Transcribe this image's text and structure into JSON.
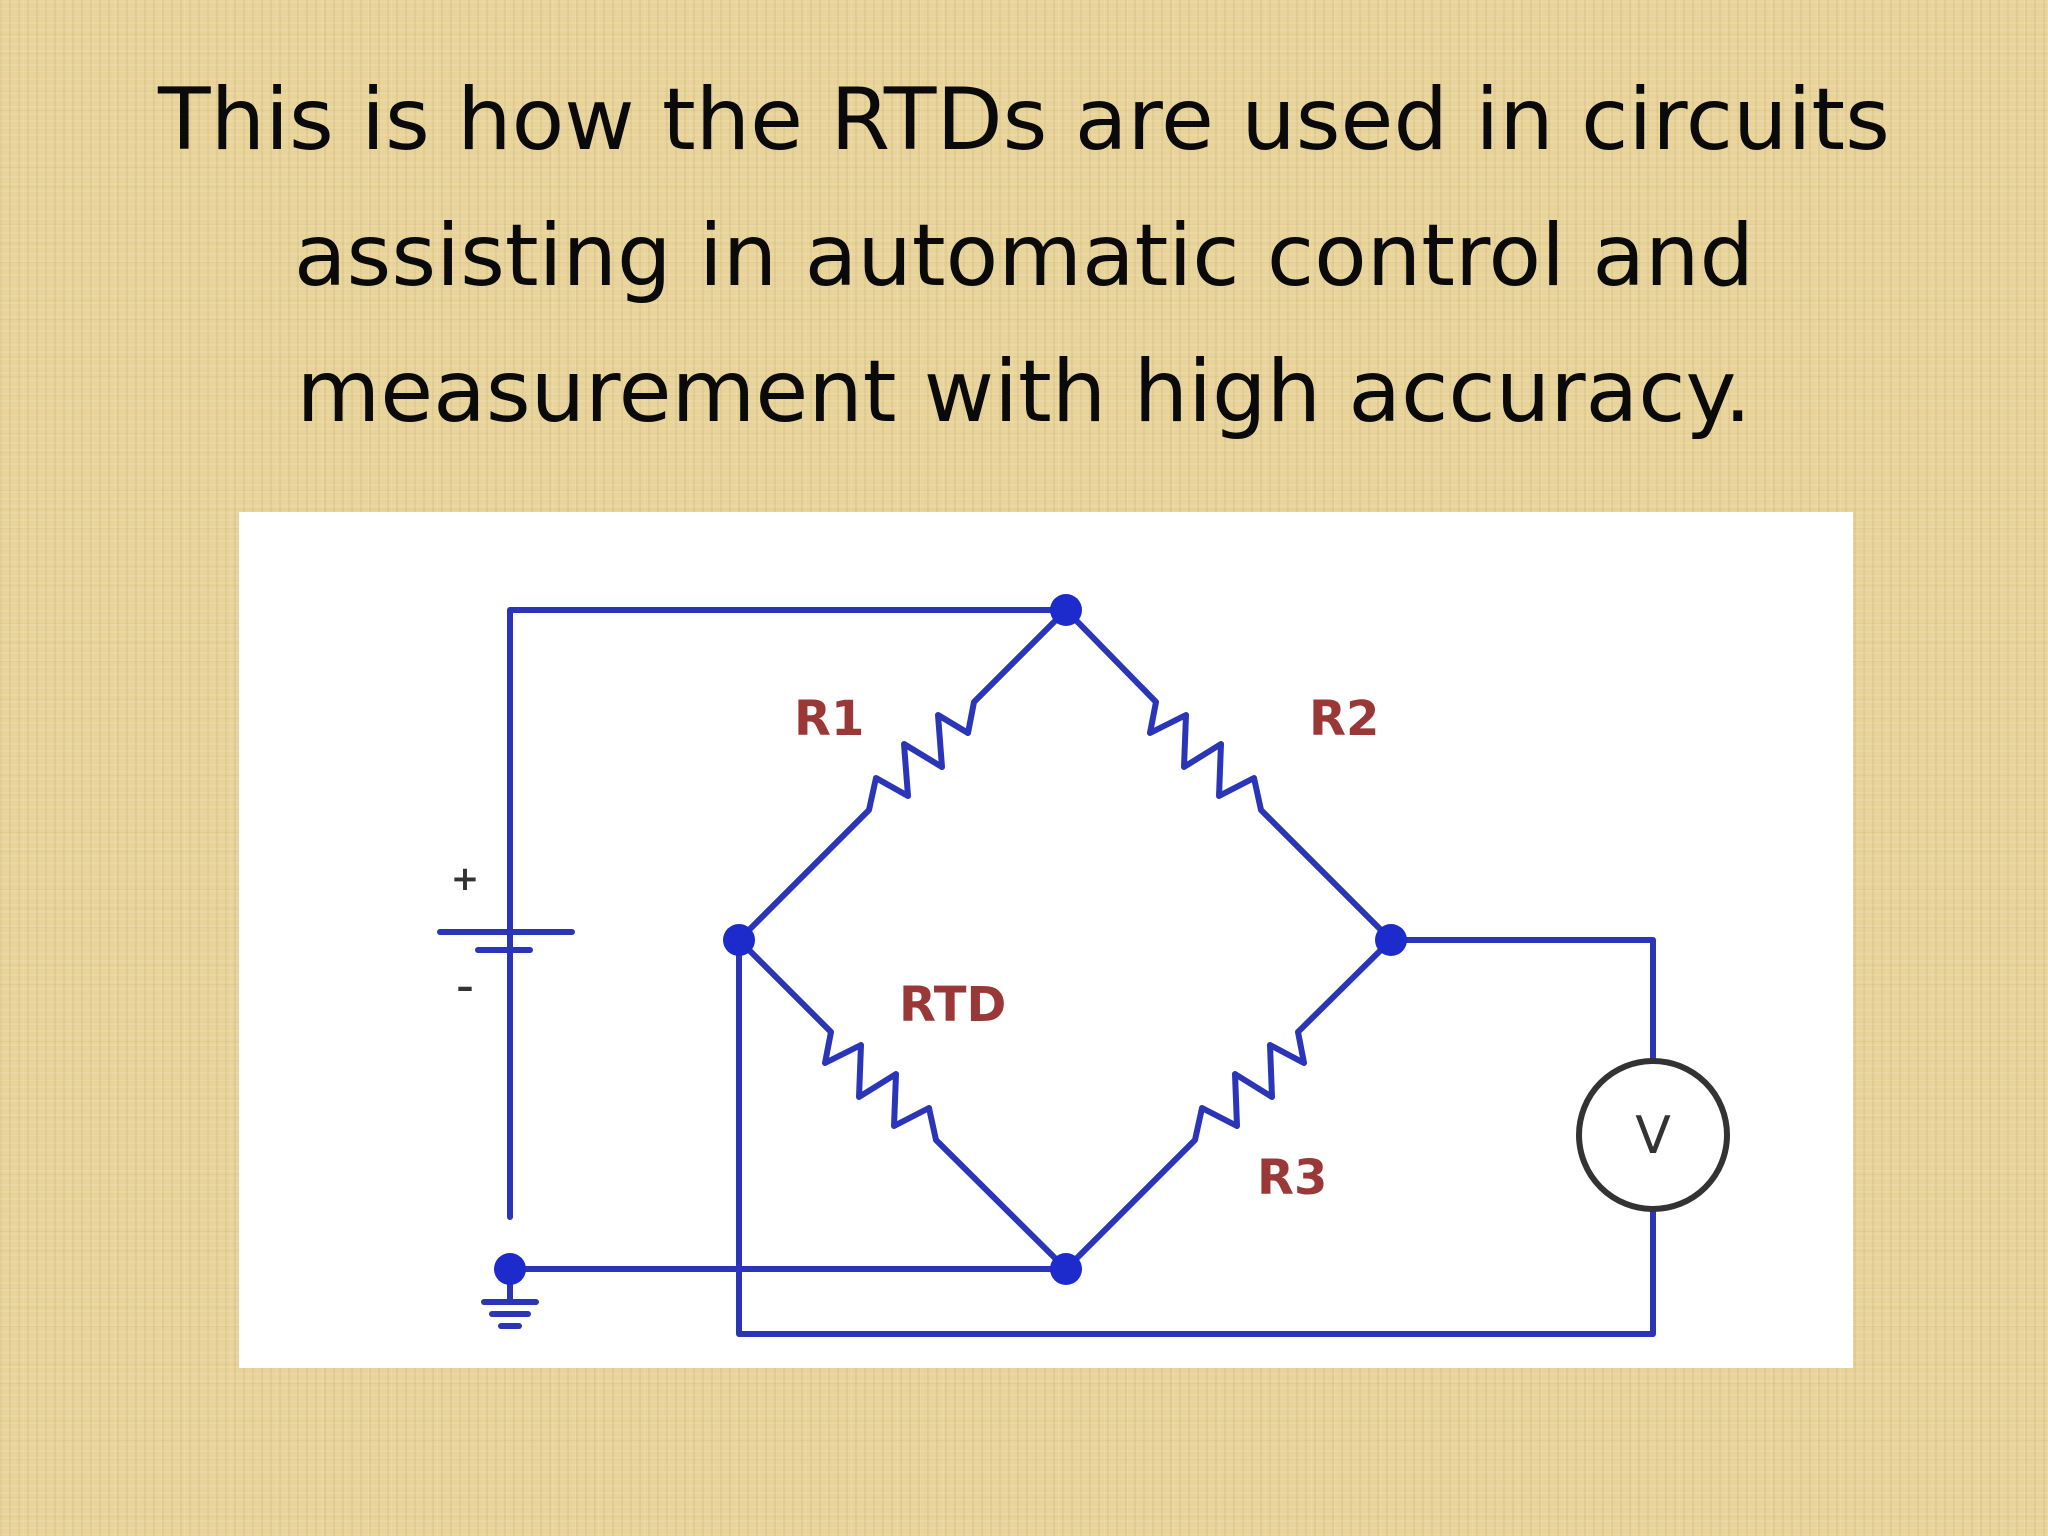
{
  "slide": {
    "title": "This is how the RTDs are used in circuits assisting in automatic control and measurement with high accuracy."
  },
  "diagram": {
    "labels": {
      "r1": "R1",
      "r2": "R2",
      "rtd": "RTD",
      "r3": "R3",
      "meter": "V",
      "battery_positive": "+",
      "battery_negative": "–"
    },
    "colors": {
      "wire": "#2a35b8",
      "component_label": "#9a3838"
    }
  }
}
